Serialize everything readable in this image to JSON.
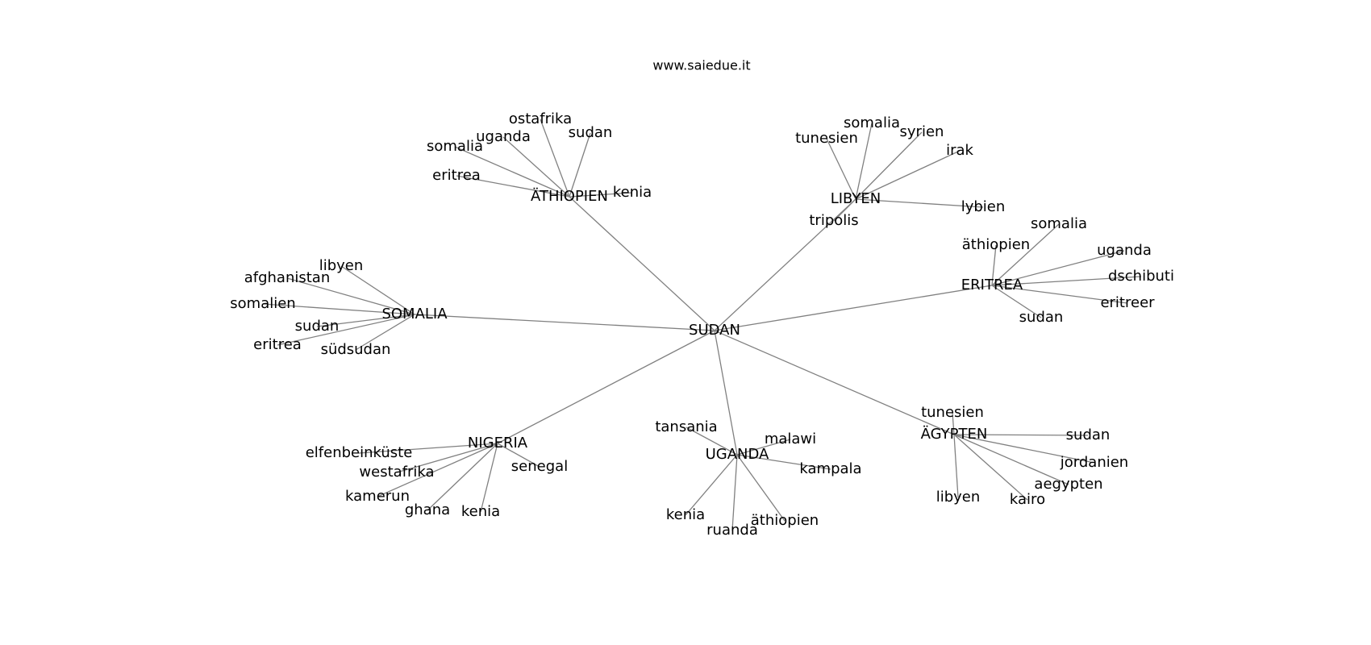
{
  "title": "www.saiedue.it",
  "root": "SUDAN",
  "nodes": [
    {
      "id": "sudan",
      "label": "SUDAN"
    },
    {
      "id": "athiopien",
      "label": "ÄTHIOPIEN"
    },
    {
      "id": "libyen",
      "label": "LIBYEN"
    },
    {
      "id": "eritrea",
      "label": "ERITREA"
    },
    {
      "id": "somalia",
      "label": "SOMALIA"
    },
    {
      "id": "nigeria",
      "label": "NIGERIA"
    },
    {
      "id": "uganda",
      "label": "UGANDA"
    },
    {
      "id": "agypten",
      "label": "ÄGYPTEN"
    },
    {
      "id": "ath_ostafrika",
      "label": "ostafrika"
    },
    {
      "id": "ath_uganda",
      "label": "uganda"
    },
    {
      "id": "ath_sudan",
      "label": "sudan"
    },
    {
      "id": "ath_somalia",
      "label": "somalia"
    },
    {
      "id": "ath_eritrea",
      "label": "eritrea"
    },
    {
      "id": "ath_kenia",
      "label": "kenia"
    },
    {
      "id": "lib_somalia",
      "label": "somalia"
    },
    {
      "id": "lib_syrien",
      "label": "syrien"
    },
    {
      "id": "lib_tunesien",
      "label": "tunesien"
    },
    {
      "id": "lib_irak",
      "label": "irak"
    },
    {
      "id": "lib_lybien",
      "label": "lybien"
    },
    {
      "id": "lib_tripolis",
      "label": "tripolis"
    },
    {
      "id": "eri_somalia",
      "label": "somalia"
    },
    {
      "id": "eri_athiopien",
      "label": "äthiopien"
    },
    {
      "id": "eri_uganda",
      "label": "uganda"
    },
    {
      "id": "eri_dschibuti",
      "label": "dschibuti"
    },
    {
      "id": "eri_eritreer",
      "label": "eritreer"
    },
    {
      "id": "eri_sudan",
      "label": "sudan"
    },
    {
      "id": "som_libyen",
      "label": "libyen"
    },
    {
      "id": "som_afghanistan",
      "label": "afghanistan"
    },
    {
      "id": "som_somalien",
      "label": "somalien"
    },
    {
      "id": "som_sudan",
      "label": "sudan"
    },
    {
      "id": "som_eritrea",
      "label": "eritrea"
    },
    {
      "id": "som_sudsudan",
      "label": "südsudan"
    },
    {
      "id": "nig_elfenbeinkuste",
      "label": "elfenbeinküste"
    },
    {
      "id": "nig_westafrika",
      "label": "westafrika"
    },
    {
      "id": "nig_senegal",
      "label": "senegal"
    },
    {
      "id": "nig_kamerun",
      "label": "kamerun"
    },
    {
      "id": "nig_ghana",
      "label": "ghana"
    },
    {
      "id": "nig_kenia",
      "label": "kenia"
    },
    {
      "id": "uga_tansania",
      "label": "tansania"
    },
    {
      "id": "uga_malawi",
      "label": "malawi"
    },
    {
      "id": "uga_kampala",
      "label": "kampala"
    },
    {
      "id": "uga_kenia",
      "label": "kenia"
    },
    {
      "id": "uga_athiopien",
      "label": "äthiopien"
    },
    {
      "id": "uga_ruanda",
      "label": "ruanda"
    },
    {
      "id": "agy_tunesien",
      "label": "tunesien"
    },
    {
      "id": "agy_sudan",
      "label": "sudan"
    },
    {
      "id": "agy_jordanien",
      "label": "jordanien"
    },
    {
      "id": "agy_aegypten",
      "label": "aegypten"
    },
    {
      "id": "agy_libyen",
      "label": "libyen"
    },
    {
      "id": "agy_kairo",
      "label": "kairo"
    }
  ],
  "edges": [
    [
      "sudan",
      "athiopien"
    ],
    [
      "sudan",
      "libyen"
    ],
    [
      "sudan",
      "eritrea"
    ],
    [
      "sudan",
      "somalia"
    ],
    [
      "sudan",
      "nigeria"
    ],
    [
      "sudan",
      "uganda"
    ],
    [
      "sudan",
      "agypten"
    ],
    [
      "athiopien",
      "ath_ostafrika"
    ],
    [
      "athiopien",
      "ath_uganda"
    ],
    [
      "athiopien",
      "ath_sudan"
    ],
    [
      "athiopien",
      "ath_somalia"
    ],
    [
      "athiopien",
      "ath_eritrea"
    ],
    [
      "athiopien",
      "ath_kenia"
    ],
    [
      "libyen",
      "lib_somalia"
    ],
    [
      "libyen",
      "lib_syrien"
    ],
    [
      "libyen",
      "lib_tunesien"
    ],
    [
      "libyen",
      "lib_irak"
    ],
    [
      "libyen",
      "lib_lybien"
    ],
    [
      "libyen",
      "lib_tripolis"
    ],
    [
      "eritrea",
      "eri_somalia"
    ],
    [
      "eritrea",
      "eri_athiopien"
    ],
    [
      "eritrea",
      "eri_uganda"
    ],
    [
      "eritrea",
      "eri_dschibuti"
    ],
    [
      "eritrea",
      "eri_eritreer"
    ],
    [
      "eritrea",
      "eri_sudan"
    ],
    [
      "somalia",
      "som_libyen"
    ],
    [
      "somalia",
      "som_afghanistan"
    ],
    [
      "somalia",
      "som_somalien"
    ],
    [
      "somalia",
      "som_sudan"
    ],
    [
      "somalia",
      "som_eritrea"
    ],
    [
      "somalia",
      "som_sudsudan"
    ],
    [
      "nigeria",
      "nig_elfenbeinkuste"
    ],
    [
      "nigeria",
      "nig_westafrika"
    ],
    [
      "nigeria",
      "nig_senegal"
    ],
    [
      "nigeria",
      "nig_kamerun"
    ],
    [
      "nigeria",
      "nig_ghana"
    ],
    [
      "nigeria",
      "nig_kenia"
    ],
    [
      "uganda",
      "uga_tansania"
    ],
    [
      "uganda",
      "uga_malawi"
    ],
    [
      "uganda",
      "uga_kampala"
    ],
    [
      "uganda",
      "uga_kenia"
    ],
    [
      "uganda",
      "uga_athiopien"
    ],
    [
      "uganda",
      "uga_ruanda"
    ],
    [
      "agypten",
      "agy_tunesien"
    ],
    [
      "agypten",
      "agy_sudan"
    ],
    [
      "agypten",
      "agy_jordanien"
    ],
    [
      "agypten",
      "agy_aegypten"
    ],
    [
      "agypten",
      "agy_libyen"
    ],
    [
      "agypten",
      "agy_kairo"
    ]
  ],
  "colors": {
    "edge": "#808080",
    "text": "#000000",
    "background": "#ffffff"
  }
}
